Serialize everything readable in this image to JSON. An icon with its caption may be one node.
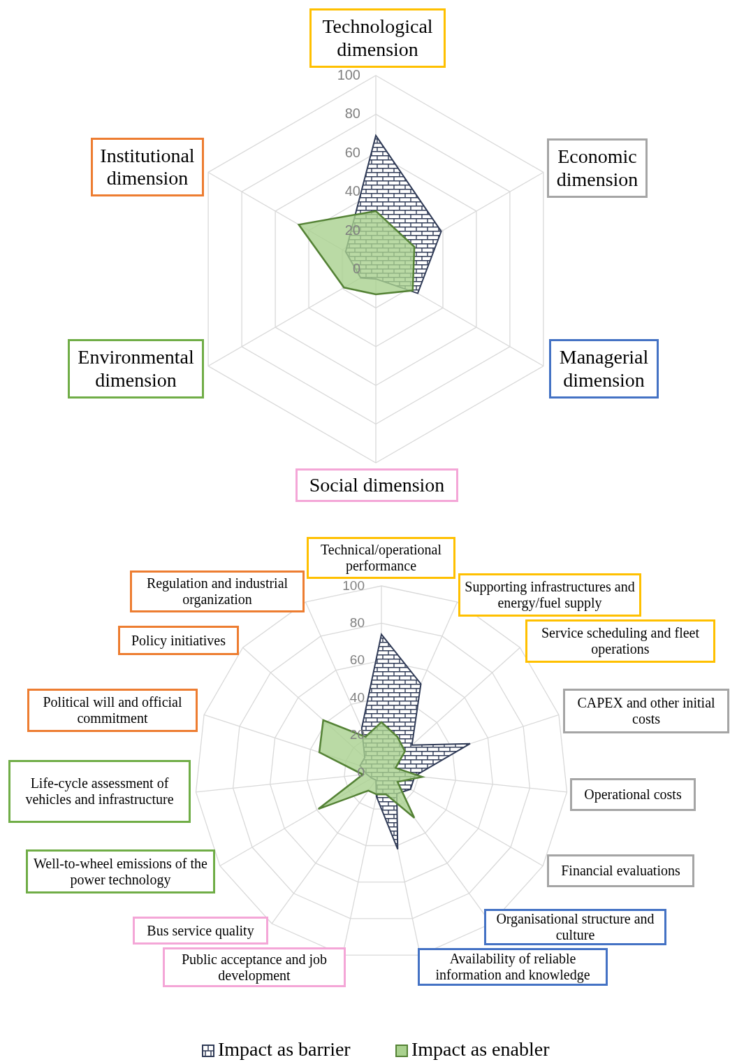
{
  "diagram": {
    "nodes": [
      {
        "text": [
          "Technological dimension"
        ]
      },
      {
        "text": [
          "Institutional dimension"
        ]
      },
      {
        "text": [
          "Economic dimension"
        ]
      },
      {
        "text": [
          "Environmental dimension"
        ]
      },
      {
        "text": [
          "Managerial dimension"
        ]
      },
      {
        "text": [
          "Social dimension"
        ]
      },
      {
        "text": [
          "Technical/operational performance"
        ]
      },
      {
        "text": [
          "Regulation and industrial organization"
        ]
      },
      {
        "text": [
          "Supporting infrastructures and energy/fuel supply"
        ]
      },
      {
        "text": [
          "Policy initiatives"
        ]
      },
      {
        "text": [
          "Service scheduling and fleet operations"
        ]
      },
      {
        "text": [
          "Political will and official commitment"
        ]
      },
      {
        "text": [
          "CAPEX and other initial costs"
        ]
      },
      {
        "text": [
          "Life-cycle assessment of vehicles and infrastructure"
        ]
      },
      {
        "text": [
          "Operational costs"
        ]
      },
      {
        "text": [
          "Well-to-wheel emissions of the power technology"
        ]
      },
      {
        "text": [
          "Financial evaluations"
        ]
      },
      {
        "text": [
          "Organisational structure and culture"
        ]
      },
      {
        "text": [
          "Bus service quality"
        ]
      },
      {
        "text": [
          "Availability of reliable information and knowledge"
        ]
      },
      {
        "text": [
          "Public acceptance and job development"
        ]
      }
    ],
    "edges": [],
    "labels": [
      "100",
      "80",
      "60",
      "40",
      "20",
      "0",
      "100",
      "80",
      "60",
      "40",
      "20",
      "0"
    ],
    "legend": [
      {
        "text": "Impact as barrier"
      },
      {
        "text": "Impact as enabler",
        "color": "#a9d18e"
      }
    ]
  }
}
